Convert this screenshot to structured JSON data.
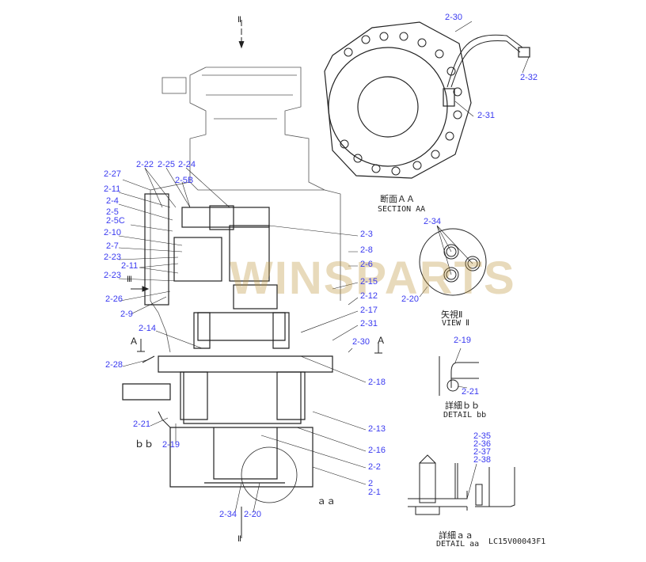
{
  "drawing_code": "LC15V00043F1",
  "watermark": "WINSPARTS",
  "views": {
    "section_aa_jp": "断面ＡＡ",
    "section_aa": "SECTION AA",
    "view_ii_jp": "矢視Ⅱ",
    "view_ii": "VIEW Ⅱ",
    "detail_bb_jp": "詳細ｂｂ",
    "detail_bb": "DETAIL bb",
    "detail_aa_jp": "詳細ａａ",
    "detail_aa": "DETAIL aa"
  },
  "markers": {
    "section_a_left": "A",
    "section_a_right": "A",
    "view_iii": "Ⅲ",
    "view_ii_top": "Ⅱ",
    "view_ii_bottom": "Ⅱ",
    "detail_bb": "ｂｂ",
    "detail_aa": "ａａ"
  },
  "callouts": [
    "2-22",
    "2-25",
    "2-24",
    "2-27",
    "2-5B",
    "2-11",
    "2-4",
    "2-5",
    "2-5C",
    "2-10",
    "2-7",
    "2-23",
    "2-11",
    "2-23",
    "2-26",
    "2-9",
    "2-14",
    "2-28",
    "2-21",
    "2-19",
    "2-34",
    "2-20",
    "2-30",
    "2-32",
    "2-31",
    "2-3",
    "2-8",
    "2-6",
    "2-15",
    "2-12",
    "2-17",
    "2-31",
    "2-30",
    "2-18",
    "2-13",
    "2-16",
    "2-2",
    "2",
    "2-1",
    "2-34",
    "2-20",
    "2-19",
    "2-21",
    "2-35",
    "2-36",
    "2-37",
    "2-38"
  ]
}
